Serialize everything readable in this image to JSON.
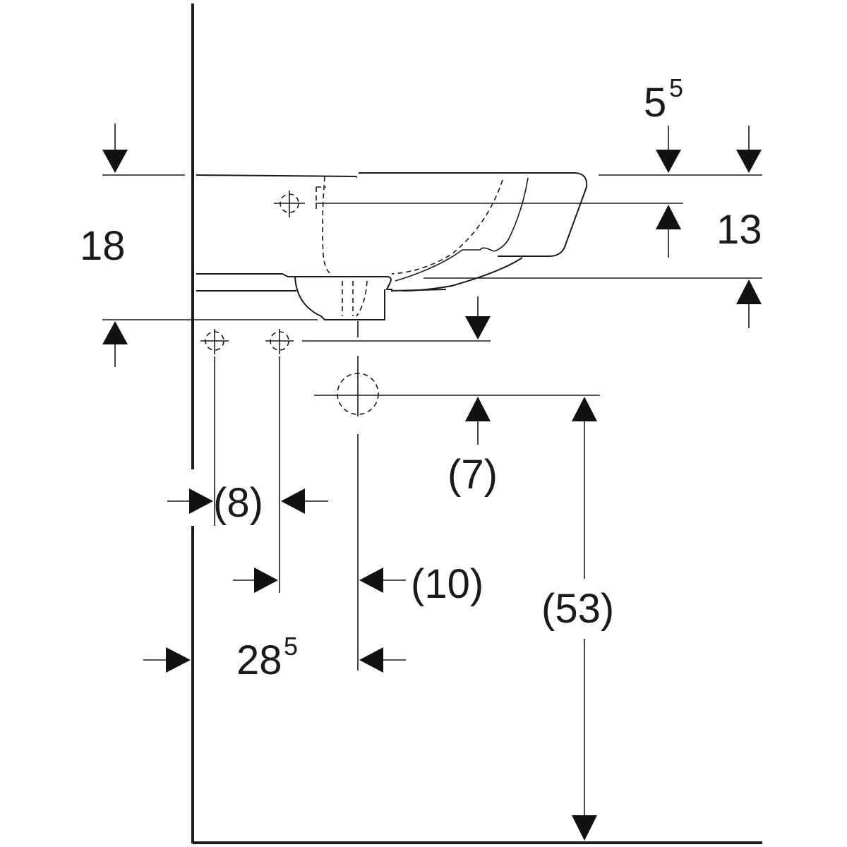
{
  "diagram": {
    "dimensions": {
      "height_18": "18",
      "height_13": "13",
      "rim_5_5_base": "5",
      "rim_5_5_sup": "5",
      "tap_offset_8": "(8)",
      "drain_offset_10": "(10)",
      "drain_drop_7": "(7)",
      "floor_height_53": "(53)",
      "wall_to_drain_28_5_base": "28",
      "wall_to_drain_28_5_sup": "5"
    }
  }
}
